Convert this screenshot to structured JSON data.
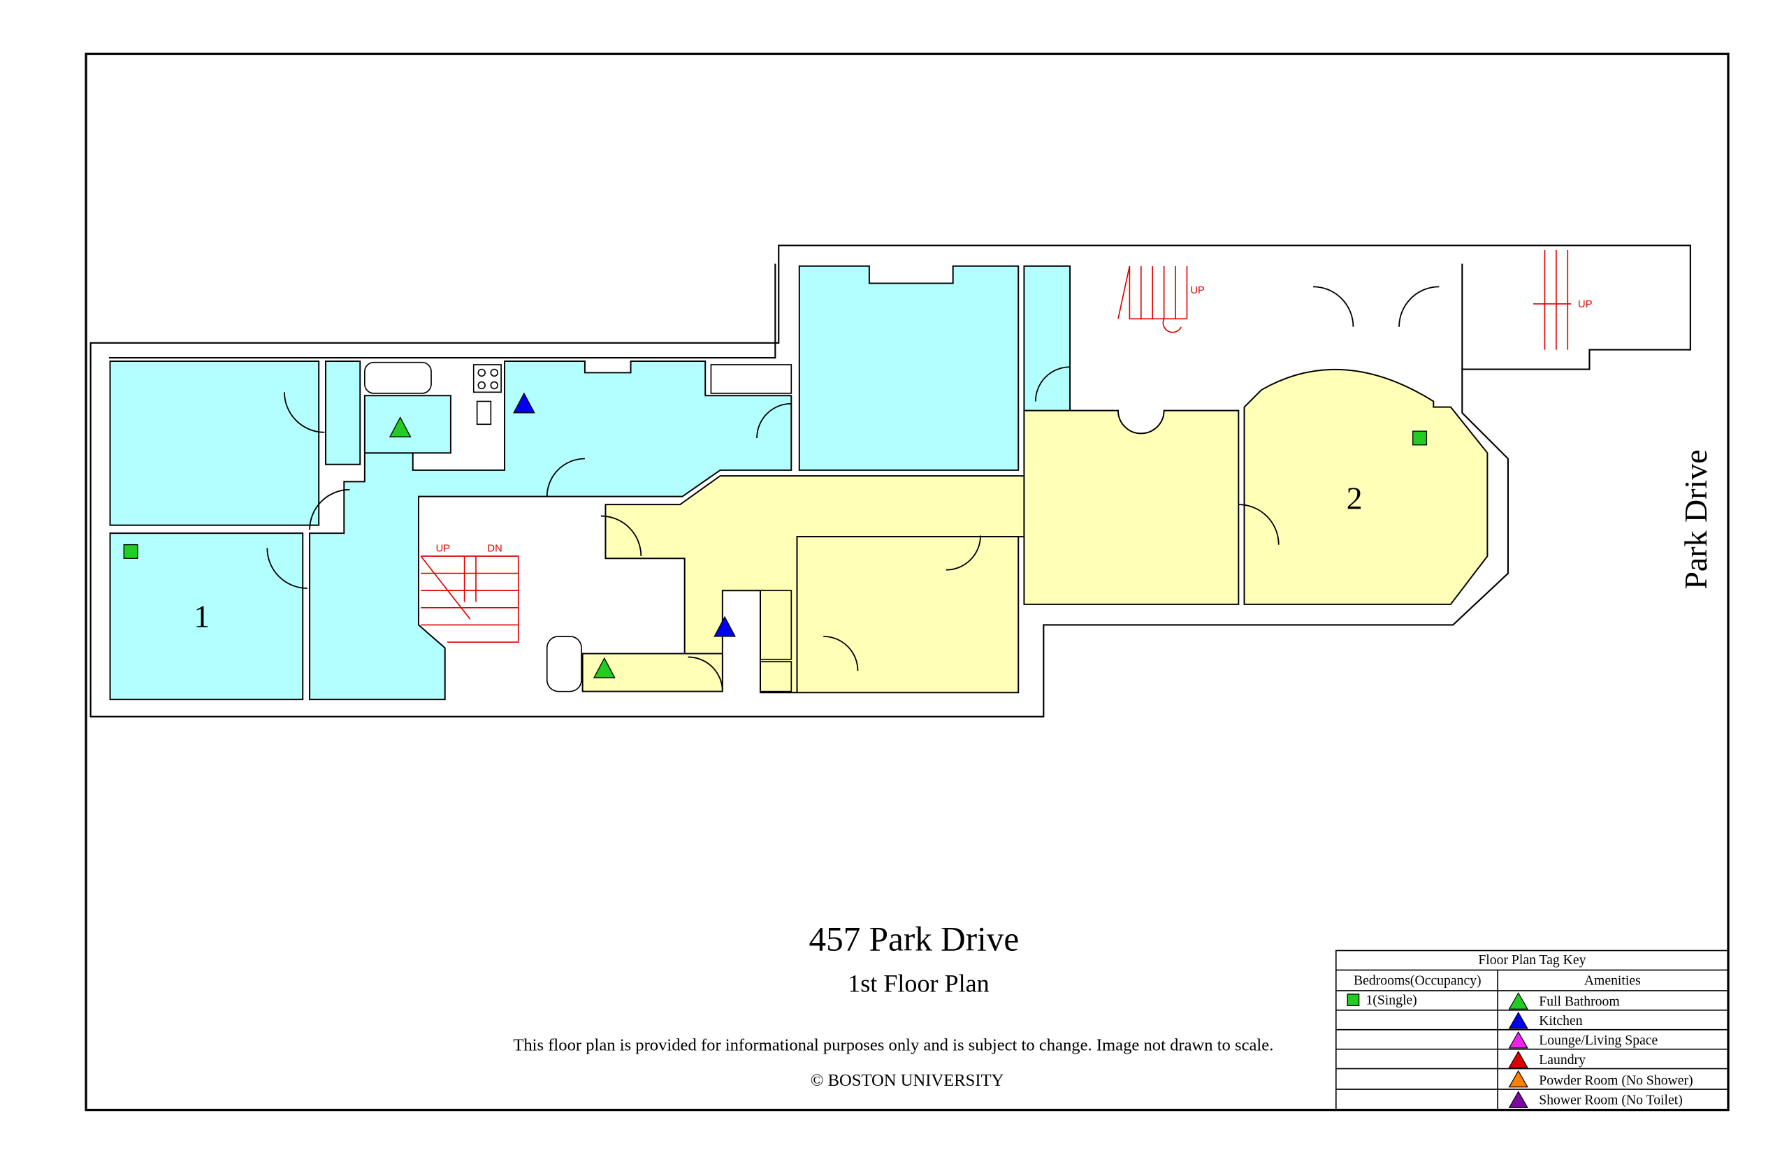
{
  "plan": {
    "title": "457 Park Drive",
    "subtitle": "1st Floor Plan",
    "disclaimer": "This floor plan is provided for informational purposes only and is subject to change. Image not drawn to scale.",
    "copyright": "© BOSTON UNIVERSITY",
    "street_label": "Park Drive",
    "bedroom_labels": [
      "1",
      "2"
    ],
    "stair_labels": {
      "up": "UP",
      "dn": "DN"
    }
  },
  "legend": {
    "title": "Floor Plan Tag Key",
    "bedrooms_header": "Bedrooms(Occupancy)",
    "amenities_header": "Amenities",
    "bedrooms": [
      {
        "label": "1(Single)",
        "color": "#22cc22"
      }
    ],
    "amenities": [
      {
        "label": "Full Bathroom",
        "color": "#22cc22"
      },
      {
        "label": "Kitchen",
        "color": "#0000ee"
      },
      {
        "label": "Lounge/Living Space",
        "color": "#ee22ee"
      },
      {
        "label": "Laundry",
        "color": "#dd0000"
      },
      {
        "label": "Powder Room (No Shower)",
        "color": "#ff8000"
      },
      {
        "label": "Shower Room (No Toilet)",
        "color": "#7a0aa0"
      }
    ]
  },
  "colors": {
    "unit1": "#b3ffff",
    "unit2": "#ffffb8"
  }
}
